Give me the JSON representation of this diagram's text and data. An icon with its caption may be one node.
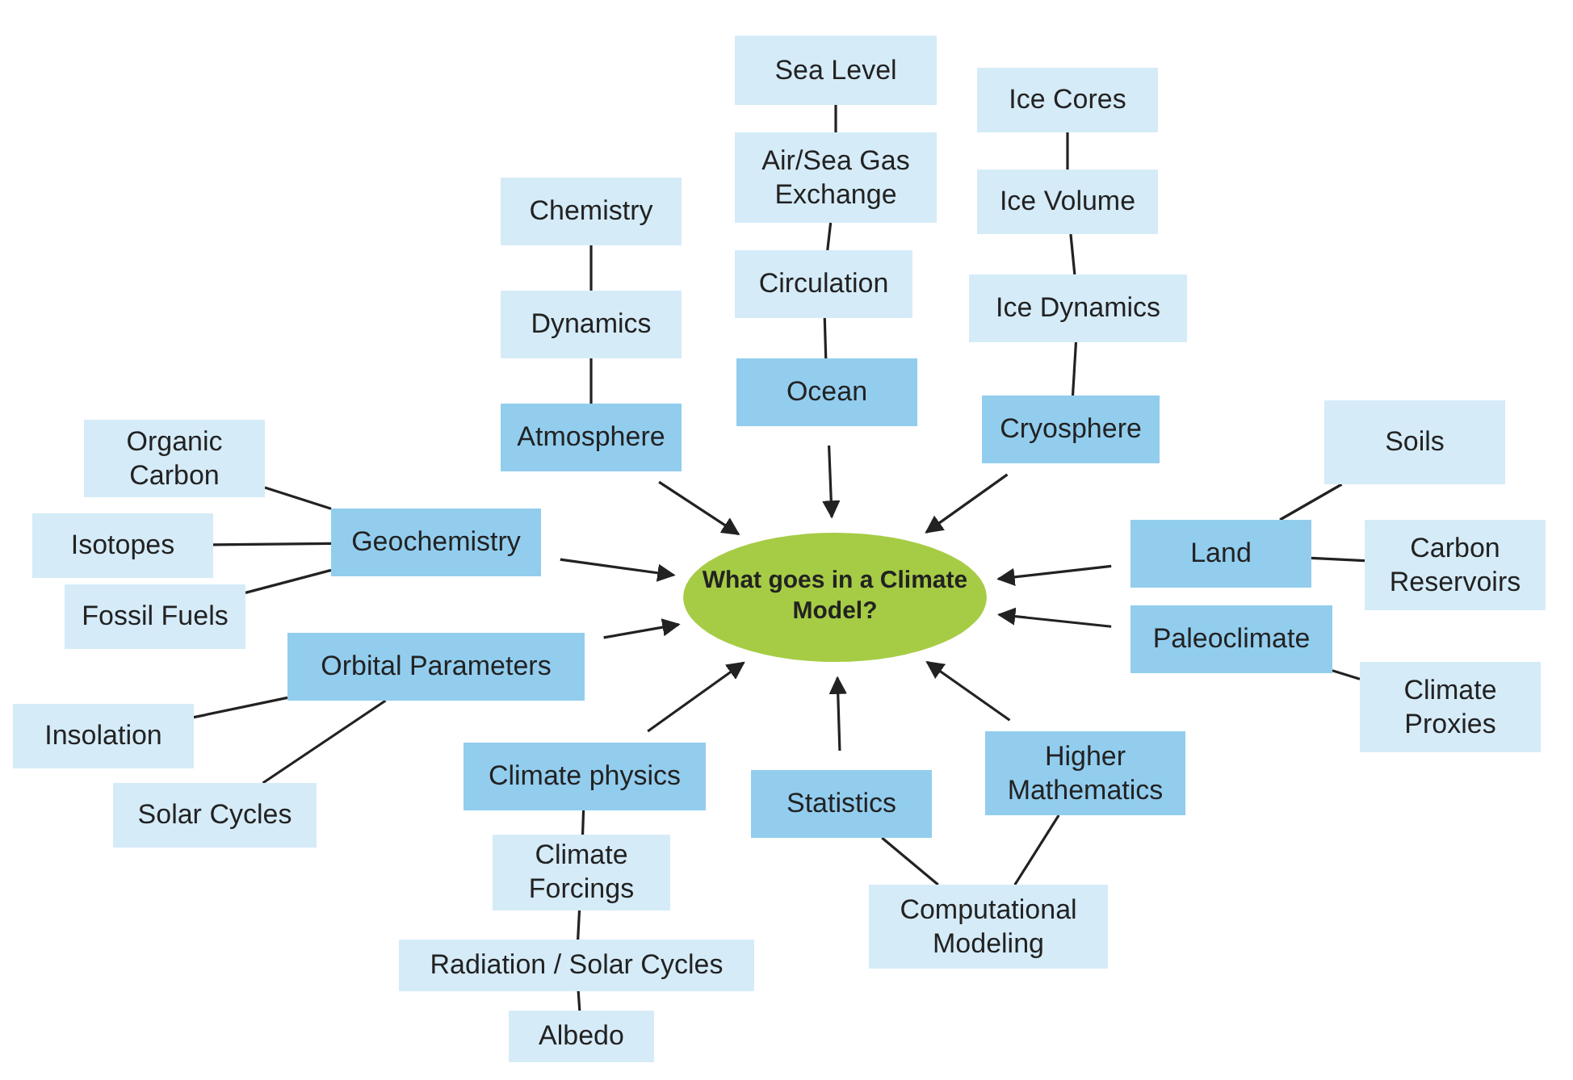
{
  "diagram": {
    "nodes": [
      {
        "text": [
          "What goes in a Climate Model?"
        ]
      },
      {
        "text": [
          "Sea Level"
        ]
      },
      {
        "text": [
          "Air/Sea Gas Exchange"
        ]
      },
      {
        "text": [
          "Circulation"
        ]
      },
      {
        "text": [
          "Ocean"
        ]
      },
      {
        "text": [
          "Ice Cores"
        ]
      },
      {
        "text": [
          "Ice Volume"
        ]
      },
      {
        "text": [
          "Ice Dynamics"
        ]
      },
      {
        "text": [
          "Cryosphere"
        ]
      },
      {
        "text": [
          "Chemistry"
        ]
      },
      {
        "text": [
          "Dynamics"
        ]
      },
      {
        "text": [
          "Atmosphere"
        ]
      },
      {
        "text": [
          "Organic Carbon"
        ]
      },
      {
        "text": [
          "Isotopes"
        ]
      },
      {
        "text": [
          "Fossil Fuels"
        ]
      },
      {
        "text": [
          "Geochemistry"
        ]
      },
      {
        "text": [
          "Soils"
        ]
      },
      {
        "text": [
          "Land"
        ]
      },
      {
        "text": [
          "Carbon Reservoirs"
        ]
      },
      {
        "text": [
          "Paleoclimate"
        ]
      },
      {
        "text": [
          "Climate Proxies"
        ]
      },
      {
        "text": [
          "Orbital Parameters"
        ]
      },
      {
        "text": [
          "Insolation"
        ]
      },
      {
        "text": [
          "Solar Cycles"
        ]
      },
      {
        "text": [
          "Climate physics"
        ]
      },
      {
        "text": [
          "Climate Forcings"
        ]
      },
      {
        "text": [
          "Radiation / Solar Cycles"
        ]
      },
      {
        "text": [
          "Albedo"
        ]
      },
      {
        "text": [
          "Statistics"
        ]
      },
      {
        "text": [
          "Higher Mathematics"
        ]
      },
      {
        "text": [
          "Computational Modeling"
        ]
      }
    ],
    "edges": [
      {
        "from": 4,
        "to": 0,
        "arrow": "to"
      },
      {
        "from": 8,
        "to": 0,
        "arrow": "to"
      },
      {
        "from": 11,
        "to": 0,
        "arrow": "to"
      },
      {
        "from": 15,
        "to": 0,
        "arrow": "to"
      },
      {
        "from": 17,
        "to": 0,
        "arrow": "to"
      },
      {
        "from": 19,
        "to": 0,
        "arrow": "to"
      },
      {
        "from": 21,
        "to": 0,
        "arrow": "to"
      },
      {
        "from": 24,
        "to": 0,
        "arrow": "to"
      },
      {
        "from": 28,
        "to": 0,
        "arrow": "to"
      },
      {
        "from": 29,
        "to": 0,
        "arrow": "to"
      },
      {
        "from": 1,
        "to": 2,
        "arrow": "none"
      },
      {
        "from": 2,
        "to": 3,
        "arrow": "none"
      },
      {
        "from": 3,
        "to": 4,
        "arrow": "none"
      },
      {
        "from": 5,
        "to": 6,
        "arrow": "none"
      },
      {
        "from": 6,
        "to": 7,
        "arrow": "none"
      },
      {
        "from": 7,
        "to": 8,
        "arrow": "none"
      },
      {
        "from": 9,
        "to": 10,
        "arrow": "none"
      },
      {
        "from": 10,
        "to": 11,
        "arrow": "none"
      },
      {
        "from": 12,
        "to": 15,
        "arrow": "none"
      },
      {
        "from": 13,
        "to": 15,
        "arrow": "none"
      },
      {
        "from": 14,
        "to": 15,
        "arrow": "none"
      },
      {
        "from": 16,
        "to": 17,
        "arrow": "none"
      },
      {
        "from": 17,
        "to": 18,
        "arrow": "none"
      },
      {
        "from": 19,
        "to": 20,
        "arrow": "none"
      },
      {
        "from": 21,
        "to": 22,
        "arrow": "none"
      },
      {
        "from": 21,
        "to": 23,
        "arrow": "none"
      },
      {
        "from": 24,
        "to": 25,
        "arrow": "none"
      },
      {
        "from": 25,
        "to": 26,
        "arrow": "none"
      },
      {
        "from": 26,
        "to": 27,
        "arrow": "none"
      },
      {
        "from": 28,
        "to": 30,
        "arrow": "none"
      },
      {
        "from": 29,
        "to": 30,
        "arrow": "none"
      }
    ]
  }
}
